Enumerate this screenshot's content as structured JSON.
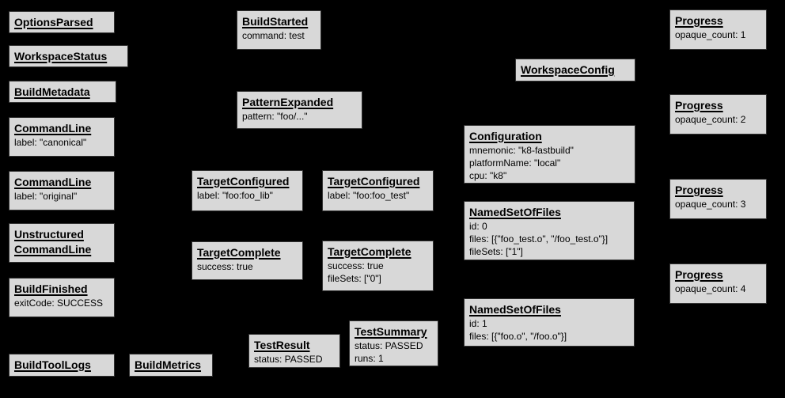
{
  "colors": {
    "background": "#000000",
    "node_fill": "#d8d8d8",
    "node_border": "#333333",
    "node_text": "#000000"
  },
  "nodes": [
    {
      "title": "OptionsParsed",
      "body": ""
    },
    {
      "title": "WorkspaceStatus",
      "body": ""
    },
    {
      "title": "BuildMetadata",
      "body": ""
    },
    {
      "title": "CommandLine",
      "body": "label: \"canonical\""
    },
    {
      "title": "CommandLine",
      "body": "label: \"original\""
    },
    {
      "title": "Unstructured\nCommandLine",
      "body": ""
    },
    {
      "title": "BuildFinished",
      "body": "exitCode: SUCCESS"
    },
    {
      "title": "BuildToolLogs",
      "body": ""
    },
    {
      "title": "BuildMetrics",
      "body": ""
    },
    {
      "title": "BuildStarted",
      "body": "command: test"
    },
    {
      "title": "PatternExpanded",
      "body": "pattern: \"foo/...\""
    },
    {
      "title": "TargetConfigured",
      "body": "label: \"foo:foo_lib\""
    },
    {
      "title": "TargetConfigured",
      "body": "label: \"foo:foo_test\""
    },
    {
      "title": "TargetComplete",
      "body": "success: true"
    },
    {
      "title": "TargetComplete",
      "body": "success: true\nfileSets: [\"0\"]"
    },
    {
      "title": "TestResult",
      "body": "status: PASSED"
    },
    {
      "title": "TestSummary",
      "body": "status: PASSED\nruns: 1"
    },
    {
      "title": "WorkspaceConfig",
      "body": ""
    },
    {
      "title": "Configuration",
      "body": "mnemonic: \"k8-fastbuild\"\nplatformName: \"local\"\ncpu: \"k8\""
    },
    {
      "title": "NamedSetOfFiles",
      "body": "id: 0\nfiles: [{\"foo_test.o\", \"/foo_test.o\"}]\nfileSets: [\"1\"]"
    },
    {
      "title": "NamedSetOfFiles",
      "body": "id: 1\nfiles: [{\"foo.o\", \"/foo.o\"}]"
    },
    {
      "title": "Progress",
      "body": "opaque_count: 1"
    },
    {
      "title": "Progress",
      "body": "opaque_count: 2"
    },
    {
      "title": "Progress",
      "body": "opaque_count: 3"
    },
    {
      "title": "Progress",
      "body": "opaque_count: 4"
    }
  ]
}
